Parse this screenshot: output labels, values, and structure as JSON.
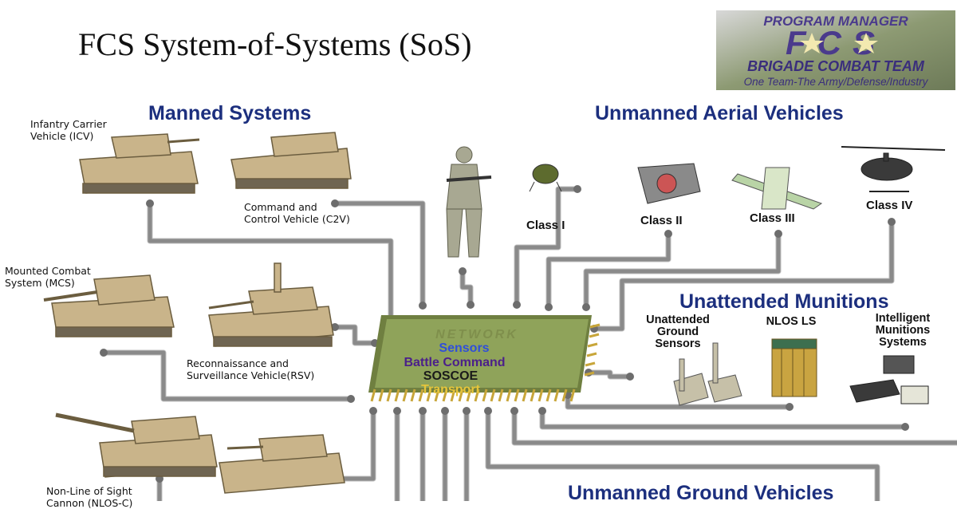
{
  "title": "FCS System-of-Systems (SoS)",
  "logo": {
    "line1": "PROGRAM MANAGER",
    "mark": "FCS",
    "line2": "BRIGADE COMBAT TEAM",
    "line3": "One Team-The Army/Defense/Industry"
  },
  "sections": {
    "manned": "Manned Systems",
    "uav": "Unmanned Aerial Vehicles",
    "um": "Unattended Munitions",
    "ugv": "Unmanned Ground Vehicles"
  },
  "manned_labels": {
    "icv": "Infantry Carrier\nVehicle (ICV)",
    "c2v": "Command and\nControl Vehicle (C2V)",
    "mcs": "Mounted Combat\nSystem (MCS)",
    "rsv": "Reconnaissance and\nSurveillance Vehicle(RSV)",
    "nlos": "Non-Line of Sight\nCannon (NLOS-C)"
  },
  "uav_classes": [
    "Class I",
    "Class II",
    "Class III",
    "Class IV"
  ],
  "munitions": {
    "ugs": "Unattended\nGround\nSensors",
    "nlosls": "NLOS LS",
    "ims": "Intelligent\nMunitions\nSystems"
  },
  "network": {
    "label": "NETWORK",
    "lines": [
      "Sensors",
      "Battle Command",
      "SOSCOE",
      "Transport"
    ]
  },
  "colors": {
    "section_text": "#1c2f7e",
    "connector": "#8a8a8a",
    "chip_body": "#8fa35a",
    "chip_text_sensors": "#2f4fd9",
    "chip_text_battle": "#4b1f8a",
    "chip_text_soscoe": "#1a1a1a",
    "chip_text_transport": "#e6c53a",
    "vehicle": "#c9b48a"
  }
}
